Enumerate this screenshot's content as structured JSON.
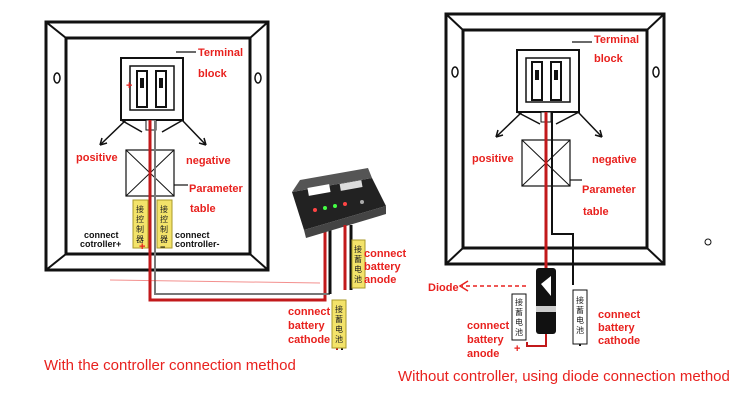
{
  "left_panel": {
    "terminal_label_line1": "Terminal",
    "terminal_label_line2": "block",
    "positive": "positive",
    "negative": "negative",
    "param_line1": "Parameter",
    "param_line2": "table",
    "connect_pos_line1": "connect",
    "connect_pos_line2": "cotroller+",
    "connect_neg_line1": "connect",
    "connect_neg_line2": "controller-",
    "tag_pos": "接控制器",
    "tag_neg": "接控制器",
    "plus": "+",
    "minus": "−"
  },
  "controller": {
    "battery_anode_line1": "connect",
    "battery_anode_line2": "battery",
    "battery_anode_line3": "anode",
    "battery_cathode_line1": "connect",
    "battery_cathode_line2": "battery",
    "battery_cathode_line3": "cathode",
    "tag_anode": "接蓄电池",
    "tag_cathode": "接蓄电池"
  },
  "right_panel": {
    "terminal_label_line1": "Terminal",
    "terminal_label_line2": "block",
    "positive": "positive",
    "negative": "negative",
    "param_line1": "Parameter",
    "param_line2": "table",
    "diode": "Diode",
    "anode_line1": "connect",
    "anode_line2": "battery",
    "anode_line3": "anode",
    "cathode_line1": "connect",
    "cathode_line2": "battery",
    "cathode_line3": "cathode",
    "tag_anode": "接蓄电池",
    "tag_cathode": "接蓄电池",
    "plus": "+",
    "minus": "−"
  },
  "captions": {
    "left": "With the controller connection method",
    "right": "Without controller, using diode connection method"
  },
  "colors": {
    "red": "#e8211e",
    "wire_red": "#c2191b",
    "yellow": "#f3e36a"
  }
}
